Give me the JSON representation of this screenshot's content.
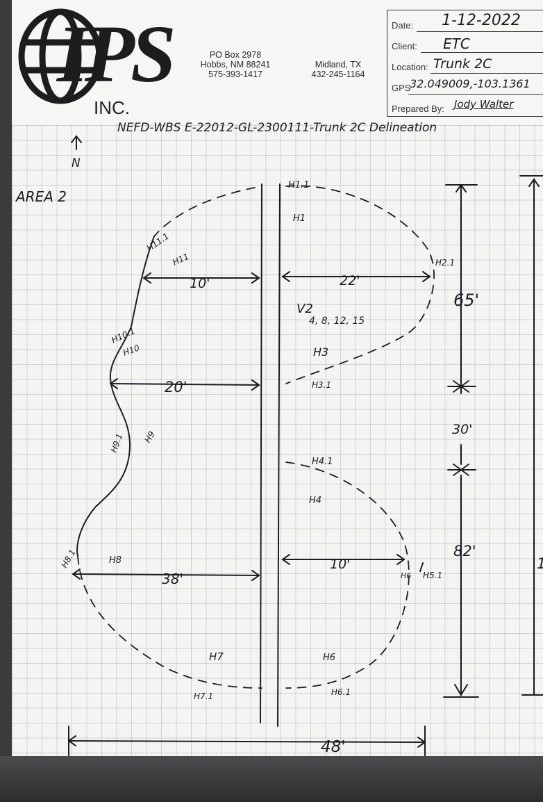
{
  "company": {
    "logo_letters": "IPS",
    "logo_suffix": "INC.",
    "hobbs_address": [
      "PO Box 2978",
      "Hobbs, NM 88241",
      "575-393-1417"
    ],
    "midland_address": [
      "Midland, TX",
      "432-245-1164"
    ]
  },
  "form": {
    "date_label": "Date:",
    "date_value": "1-12-2022",
    "client_label": "Client:",
    "client_value": "ETC",
    "location_label": "Location:",
    "location_value": "Trunk 2C",
    "gps_label": "GPS",
    "gps_value": "32.049009,-103.1361",
    "prepared_label": "Prepared By:",
    "prepared_value": "Jody Walter"
  },
  "sketch": {
    "title": "NEFD-WBS E-22012-GL-2300111-Trunk 2C Delineation",
    "north_label": "N",
    "area_label": "AREA 2",
    "points": [
      "H1.1",
      "H1",
      "H2.1",
      "H11.1",
      "H11",
      "H10.1",
      "H10",
      "V2",
      "4, 8, 12, 15",
      "H3",
      "H3.1",
      "H9.1",
      "H9",
      "H4.1",
      "H4",
      "H8.1",
      "H8",
      "H6",
      "H5.1",
      "H7",
      "H6",
      "H7.1",
      "H6.1"
    ],
    "dimensions": {
      "d_10_left": "10'",
      "d_22": "22'",
      "d_20": "20'",
      "d_38": "38'",
      "d_10_right": "10'",
      "d_65": "65'",
      "d_30": "30'",
      "d_82": "82'",
      "d_48": "48'",
      "d_total_partial": "1"
    }
  },
  "colors": {
    "ink": "#1c1d24",
    "paper": "#f4f5f3",
    "grid": "#8c96a0"
  }
}
